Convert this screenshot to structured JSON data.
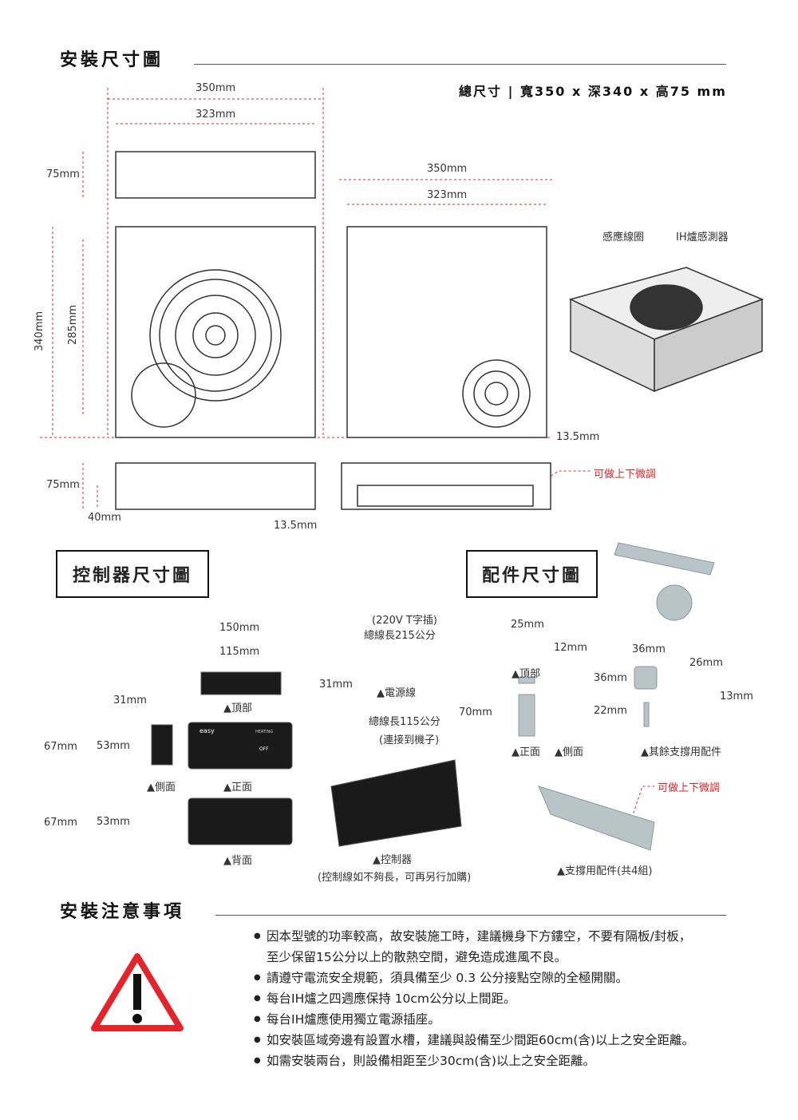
{
  "install_dims": {
    "title": "安裝尺寸圖",
    "overall": "總尺寸 | 寬350 x 深340 x 高75 mm",
    "labels": {
      "w350a": "350mm",
      "w323a": "323mm",
      "h75a": "75mm",
      "w350b": "350mm",
      "w323b": "323mm",
      "d340": "340mm",
      "d285": "285mm",
      "coil": "感應線圈",
      "sensor": "IH爐感測器",
      "gap135a": "13.5mm",
      "h75b": "75mm",
      "h40": "40mm",
      "gap135b": "13.5mm",
      "adjust": "可做上下微調"
    }
  },
  "controller": {
    "title": "控制器尺寸圖",
    "labels": {
      "w150": "150mm",
      "w115": "115mm",
      "h31": "31mm",
      "d31": "31mm",
      "top": "▲頂部",
      "h67a": "67mm",
      "h53a": "53mm",
      "side": "▲側面",
      "front": "▲正面",
      "h67b": "67mm",
      "h53b": "53mm",
      "back": "▲背面",
      "plug_type": "(220V T字插)",
      "plug_len": "總線長215公分",
      "power_cord": "▲電源線",
      "cable_len": "總線長115公分",
      "cable_note": "(連接到機子)",
      "controller_cap": "▲控制器",
      "controller_note": "(控制線如不夠長，可再另行加購)",
      "brand": "easy",
      "heating": "HEATING",
      "off": "OFF"
    }
  },
  "accessories": {
    "title": "配件尺寸圖",
    "labels": {
      "w25": "25mm",
      "w12": "12mm",
      "top": "▲頂部",
      "h70": "70mm",
      "front": "▲正面",
      "side": "▲側面",
      "w36": "36mm",
      "h36": "36mm",
      "h22": "22mm",
      "w26": "26mm",
      "h13": "13mm",
      "others": "▲其餘支撐用配件",
      "adjust": "可做上下微調",
      "bracket": "▲支撐用配件(共4組)"
    }
  },
  "notes": {
    "title": "安裝注意事項",
    "items": [
      "因本型號的功率較高，故安裝施工時，建議機身下方鏤空，不要有隔板/封板，",
      "至少保留15公分以上的散熱空間，避免造成進風不良。",
      "請遵守電流安全規範，須具備至少 0.3 公分接點空隙的全極開關。",
      "每台IH爐之四週應保持 10cm公分以上間距。",
      "每台IH爐應使用獨立電源插座。",
      "如安裝區域旁邊有設置水槽，建議與設備至少間距60cm(含)以上之安全距離。",
      "如需安裝兩台，則設備相距至少30cm(含)以上之安全距離。"
    ]
  },
  "colors": {
    "accent": "#e3242b",
    "dim_line": "#e3242b",
    "device_dark": "#1a1a1a",
    "accessory": "#b8c4c8"
  }
}
